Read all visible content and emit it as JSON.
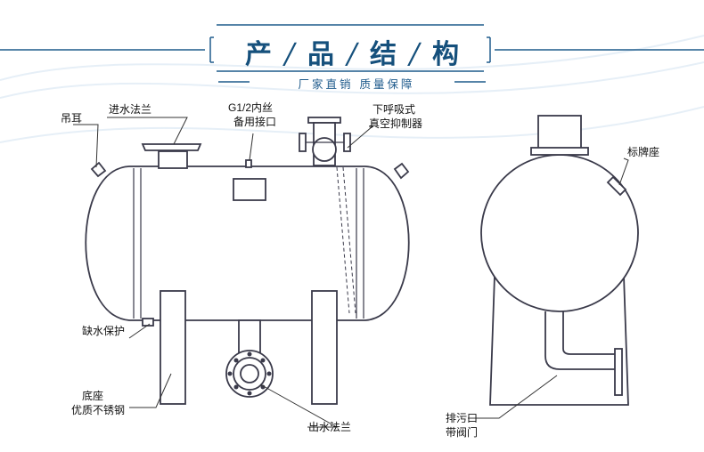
{
  "header": {
    "title_chars": [
      "产",
      "品",
      "结",
      "构"
    ],
    "subtitle": "厂家直销  质量保障"
  },
  "labels": {
    "lifting_lug": "吊耳",
    "inlet_flange": "进水法兰",
    "g_interface_line1": "G1/2内丝",
    "g_interface_line2": "备用接口",
    "vacuum_line1": "下呼吸式",
    "vacuum_line2": "真空抑制器",
    "nameplate": "标牌座",
    "low_water": "缺水保护",
    "base_line1": "底座",
    "base_line2": "优质不锈钢",
    "outlet_flange": "出水法兰",
    "drain_line1": "排污口",
    "drain_line2": "带阀门"
  },
  "colors": {
    "header_blue": "#15507c",
    "line_blue": "#1f5b8c",
    "drawing_line": "#3a3a4a",
    "background_curve": "#e4eef6"
  }
}
